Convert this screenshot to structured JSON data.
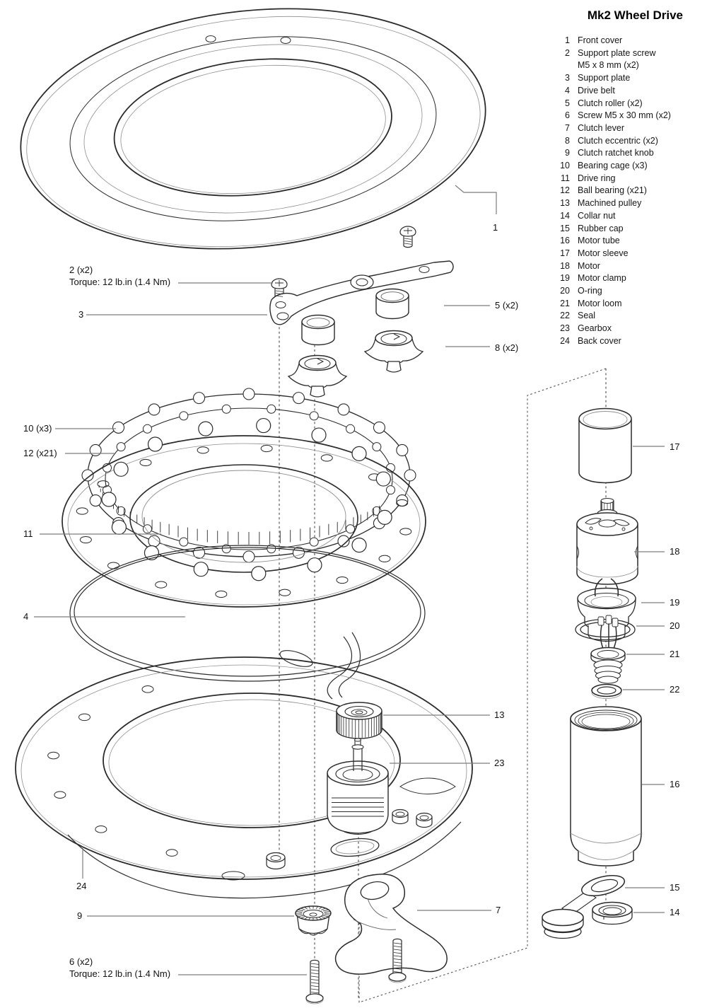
{
  "title": "Mk2 Wheel Drive",
  "parts_list": [
    {
      "num": "1",
      "name": "Front cover"
    },
    {
      "num": "2",
      "name": "Support plate screw",
      "name2": "M5 x 8 mm (x2)"
    },
    {
      "num": "3",
      "name": "Support plate"
    },
    {
      "num": "4",
      "name": "Drive belt"
    },
    {
      "num": "5",
      "name": "Clutch roller (x2)"
    },
    {
      "num": "6",
      "name": "Screw M5 x 30 mm (x2)"
    },
    {
      "num": "7",
      "name": "Clutch lever"
    },
    {
      "num": "8",
      "name": "Clutch eccentric (x2)"
    },
    {
      "num": "9",
      "name": "Clutch ratchet knob"
    },
    {
      "num": "10",
      "name": "Bearing cage (x3)"
    },
    {
      "num": "11",
      "name": "Drive ring"
    },
    {
      "num": "12",
      "name": "Ball bearing (x21)"
    },
    {
      "num": "13",
      "name": "Machined pulley"
    },
    {
      "num": "14",
      "name": "Collar nut"
    },
    {
      "num": "15",
      "name": "Rubber cap"
    },
    {
      "num": "16",
      "name": "Motor tube"
    },
    {
      "num": "17",
      "name": "Motor sleeve"
    },
    {
      "num": "18",
      "name": "Motor"
    },
    {
      "num": "19",
      "name": "Motor clamp"
    },
    {
      "num": "20",
      "name": "O-ring"
    },
    {
      "num": "21",
      "name": "Motor loom"
    },
    {
      "num": "22",
      "name": "Seal"
    },
    {
      "num": "23",
      "name": "Gearbox"
    },
    {
      "num": "24",
      "name": "Back cover"
    }
  ],
  "callouts": {
    "c1": "1",
    "c2": "2 (x2)",
    "c2_torque": "Torque: 12 lb.in (1.4 Nm)",
    "c3": "3",
    "c4": "4",
    "c5": "5 (x2)",
    "c6": "6 (x2)",
    "c6_torque": "Torque: 12 lb.in (1.4 Nm)",
    "c7": "7",
    "c8": "8 (x2)",
    "c9": "9",
    "c10": "10 (x3)",
    "c11": "11",
    "c12": "12 (x21)",
    "c13": "13",
    "c14": "14",
    "c15": "15",
    "c16": "16",
    "c17": "17",
    "c18": "18",
    "c19": "19",
    "c20": "20",
    "c21": "21",
    "c22": "22",
    "c23": "23",
    "c24": "24"
  },
  "colors": {
    "ink": "#161616",
    "line": "#2b2b2b",
    "echo": "#8f8f8f",
    "leader": "#7d7d7d",
    "dash": "#4d4d4d",
    "bg": "#ffffff"
  }
}
